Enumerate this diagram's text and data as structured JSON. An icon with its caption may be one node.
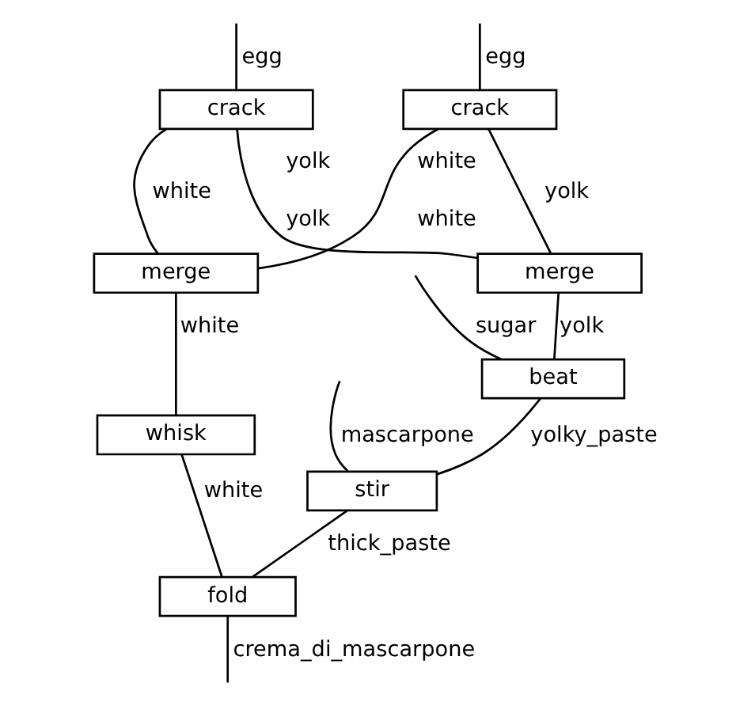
{
  "diagram": {
    "nodes": [
      {
        "text": [
          "crack"
        ]
      },
      {
        "text": [
          "crack"
        ]
      },
      {
        "text": [
          "merge"
        ]
      },
      {
        "text": [
          "merge"
        ]
      },
      {
        "text": [
          "whisk"
        ]
      },
      {
        "text": [
          "beat"
        ]
      },
      {
        "text": [
          "stir"
        ]
      },
      {
        "text": [
          "fold"
        ]
      }
    ],
    "edges": [
      {
        "from": null,
        "to": 0,
        "arrow": "none",
        "label": "egg"
      },
      {
        "from": null,
        "to": 1,
        "arrow": "none",
        "label": "egg"
      },
      {
        "from": null,
        "to": 5,
        "arrow": "none",
        "label": "sugar"
      },
      {
        "from": null,
        "to": 6,
        "arrow": "none",
        "label": "mascarpone"
      },
      {
        "from": 0,
        "to": 2,
        "arrow": "none",
        "label": "white"
      },
      {
        "from": 0,
        "to": 3,
        "arrow": "none",
        "label": "yolk"
      },
      {
        "from": 1,
        "to": 2,
        "arrow": "none",
        "label": "white"
      },
      {
        "from": 1,
        "to": 3,
        "arrow": "none",
        "label": "yolk"
      },
      {
        "from": 2,
        "to": 4,
        "arrow": "none",
        "label": "white"
      },
      {
        "from": 3,
        "to": 5,
        "arrow": "none",
        "label": "yolk"
      },
      {
        "from": 4,
        "to": 7,
        "arrow": "none",
        "label": "white"
      },
      {
        "from": 5,
        "to": 6,
        "arrow": "none",
        "label": "yolky_paste"
      },
      {
        "from": 6,
        "to": 7,
        "arrow": "none",
        "label": "thick_paste"
      },
      {
        "from": 7,
        "to": null,
        "arrow": "none",
        "label": "crema_di_mascarpone"
      }
    ],
    "labels": [
      "white",
      "yolk"
    ]
  }
}
